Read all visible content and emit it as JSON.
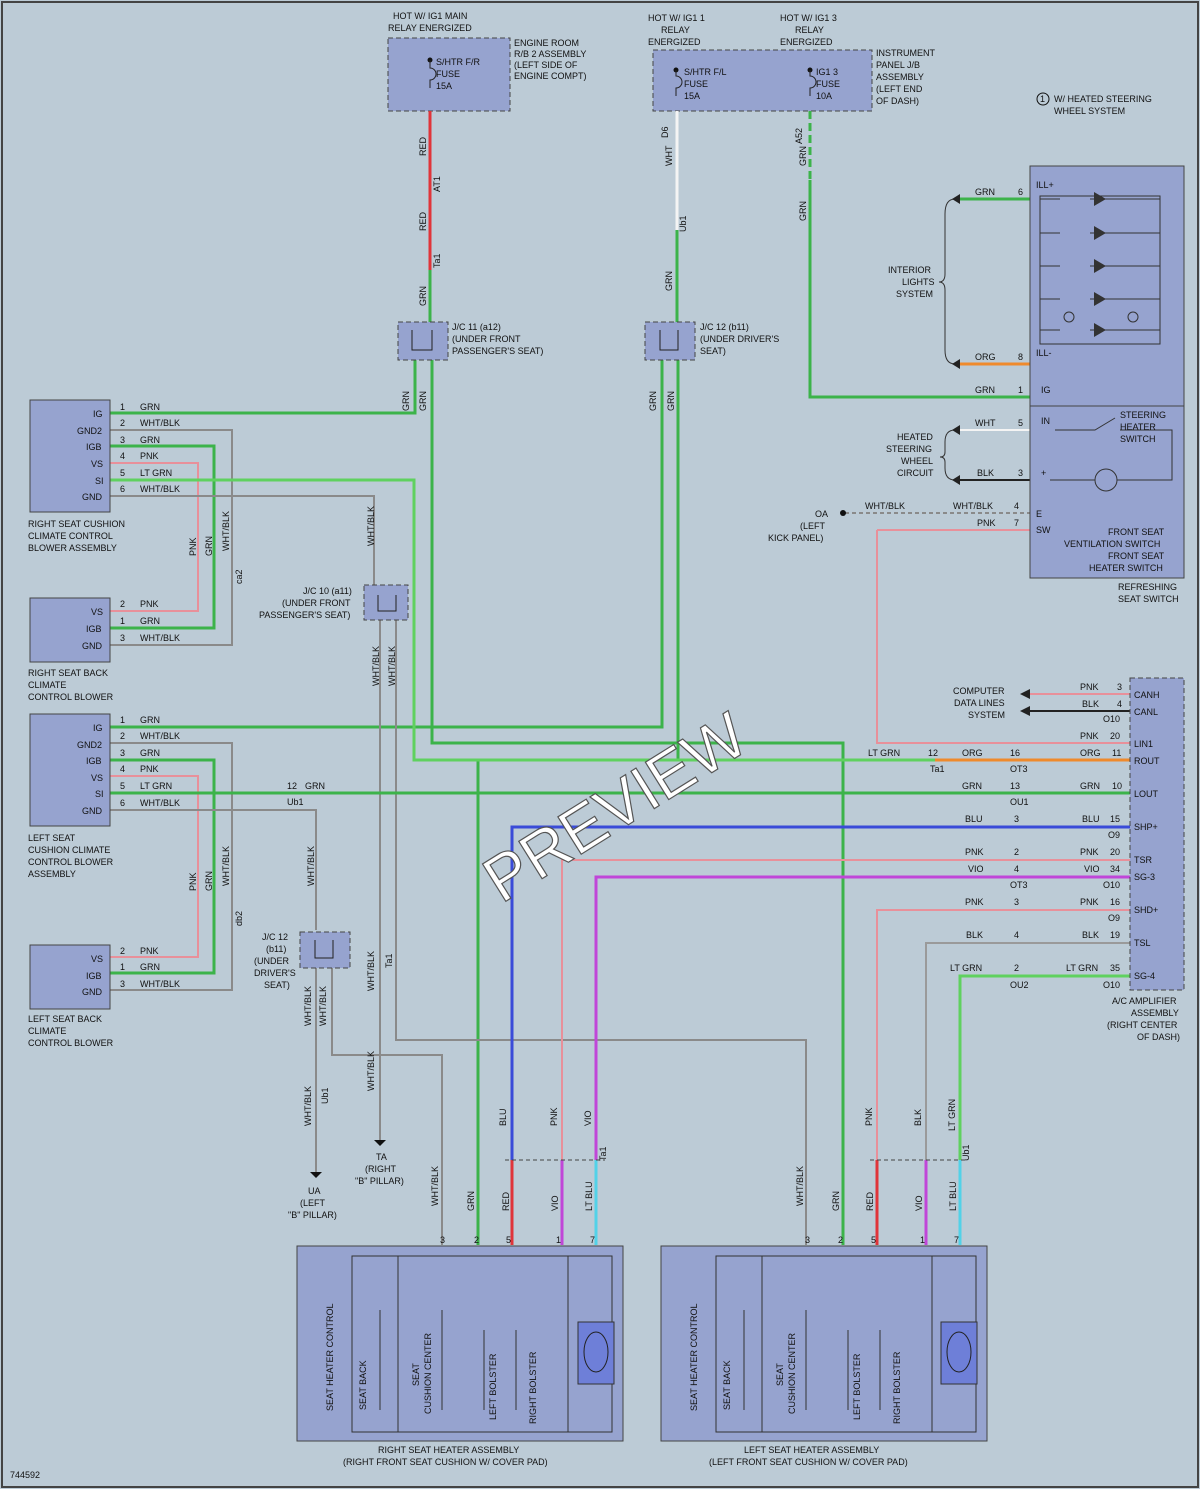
{
  "colors": {
    "GRN": "#3cb34a",
    "RED": "#e0343a",
    "WHT": "#f4f4f4",
    "WHTBLK": "#8a8a8a",
    "PNK": "#e8909a",
    "BLU": "#3a4bd8",
    "VIO": "#c046d8",
    "LTBLU": "#52d2e8",
    "LTGRN": "#5fd15f",
    "ORG": "#ef8a2c",
    "BLK": "#222222",
    "GRY": "#9a9a9a"
  },
  "relays": {
    "main": {
      "hot": "HOT W/ IG1 MAIN",
      "hot2": "RELAY ENERGIZED",
      "fuse": [
        "S/HTR F/R",
        "FUSE",
        "15A"
      ],
      "desc": [
        "ENGINE ROOM",
        "R/B 2 ASSEMBLY",
        "(LEFT SIDE OF",
        "ENGINE COMPT)"
      ]
    },
    "ig11": {
      "hot": "HOT W/ IG1 1",
      "hot2": "RELAY",
      "hot3": "ENERGIZED",
      "fuse": [
        "S/HTR F/L",
        "FUSE",
        "15A"
      ]
    },
    "ig13": {
      "hot": "HOT W/ IG1 3",
      "hot2": "RELAY",
      "hot3": "ENERGIZED",
      "fuse": [
        "IG1 3",
        "FUSE",
        "10A"
      ]
    },
    "panel_desc": [
      "INSTRUMENT",
      "PANEL J/B",
      "ASSEMBLY",
      "(LEFT END",
      "OF DASH)"
    ]
  },
  "notes": {
    "heated_steering": "W/ HEATED STEERING",
    "heated_steering2": "WHEEL SYSTEM",
    "note_num": "1"
  },
  "junctions": {
    "jc11": [
      "J/C 11 (a12)",
      "(UNDER FRONT",
      "PASSENGER'S SEAT)"
    ],
    "jc12t": [
      "J/C 12 (b11)",
      "(UNDER DRIVER'S",
      "SEAT)"
    ],
    "jc10": [
      "J/C 10 (a11)",
      "(UNDER FRONT",
      "PASSENGER'S SEAT)"
    ],
    "jc12b": [
      "J/C 12",
      "(b11)",
      "(UNDER",
      "DRIVER'S",
      "SEAT)"
    ]
  },
  "connectors": {
    "AT1": "AT1",
    "Ta1": "Ta1",
    "Ub1": "Ub1",
    "D6": "D6",
    "A52": "A52",
    "ca2": "ca2",
    "db2": "db2",
    "OT3": "OT3",
    "OU1": "OU1",
    "OU2": "OU2",
    "O9": "O9",
    "O10": "O10"
  },
  "components": {
    "rsc": {
      "pins": [
        "IG",
        "GND2",
        "IGB",
        "VS",
        "SI",
        "GND"
      ],
      "name": [
        "RIGHT SEAT CUSHION",
        "CLIMATE CONTROL",
        "BLOWER ASSEMBLY"
      ]
    },
    "rsb": {
      "pins": [
        "VS",
        "IGB",
        "GND"
      ],
      "name": [
        "RIGHT SEAT BACK",
        "CLIMATE",
        "CONTROL BLOWER"
      ]
    },
    "lsc": {
      "pins": [
        "IG",
        "GND2",
        "IGB",
        "VS",
        "SI",
        "GND"
      ],
      "name": [
        "LEFT SEAT",
        "CUSHION CLIMATE",
        "CONTROL BLOWER",
        "ASSEMBLY"
      ]
    },
    "lsb": {
      "pins": [
        "VS",
        "IGB",
        "GND"
      ],
      "name": [
        "LEFT SEAT BACK",
        "CLIMATE",
        "CONTROL BLOWER"
      ]
    },
    "switch": {
      "pins": [
        "ILL+",
        "ILL-",
        "IG",
        "IN",
        "+",
        "E",
        "SW"
      ],
      "steering": [
        "STEERING",
        "HEATER",
        "SWITCH"
      ],
      "vent": [
        "FRONT SEAT",
        "VENTILATION SWITCH",
        "FRONT SEAT",
        "HEATER SWITCH"
      ],
      "name": [
        "REFRESHING",
        "SEAT SWITCH"
      ]
    },
    "amp": {
      "pins": [
        "CANH",
        "CANL",
        "LIN1",
        "ROUT",
        "LOUT",
        "SHP+",
        "TSR",
        "SG-3",
        "SHD+",
        "TSL",
        "SG-4"
      ],
      "name": [
        "A/C AMPLIFIER",
        "ASSEMBLY",
        "(RIGHT CENTER",
        "OF DASH)"
      ]
    },
    "rheat": {
      "name": [
        "RIGHT SEAT HEATER ASSEMBLY",
        "(RIGHT FRONT SEAT CUSHION W/ COVER PAD)"
      ],
      "parts": [
        "SEAT HEATER CONTROL",
        "SEAT BACK",
        "SEAT",
        "CUSHION CENTER",
        "LEFT BOLSTER",
        "RIGHT BOLSTER"
      ]
    },
    "lheat": {
      "name": [
        "LEFT SEAT HEATER ASSEMBLY",
        "(LEFT FRONT SEAT CUSHION W/ COVER PAD)"
      ],
      "parts": [
        "SEAT HEATER CONTROL",
        "SEAT BACK",
        "SEAT",
        "CUSHION CENTER",
        "LEFT BOLSTER",
        "RIGHT BOLSTER"
      ]
    }
  },
  "systems": {
    "interior": [
      "INTERIOR",
      "LIGHTS",
      "SYSTEM"
    ],
    "heated": [
      "HEATED",
      "STEERING",
      "WHEEL",
      "CIRCUIT"
    ],
    "computer": [
      "COMPUTER",
      "DATA LINES",
      "SYSTEM"
    ]
  },
  "grounds": {
    "OA": [
      "OA",
      "(LEFT",
      "KICK PANEL)"
    ],
    "TA": [
      "TA",
      "(RIGHT",
      "\"B\" PILLAR)"
    ],
    "UA": [
      "UA",
      "(LEFT",
      "\"B\" PILLAR)"
    ]
  },
  "watermark": "PREVIEW",
  "figure_id": "744592"
}
